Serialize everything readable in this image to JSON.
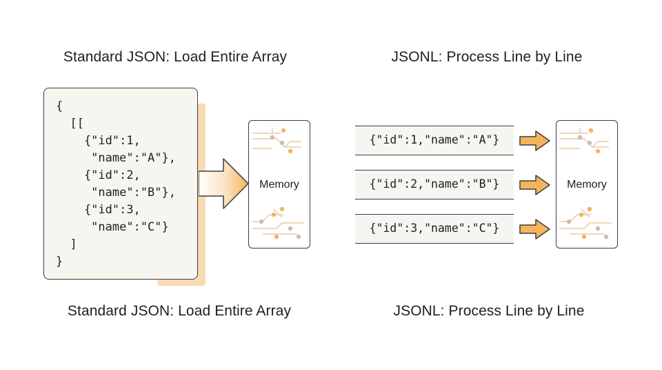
{
  "headings": {
    "standard_top": "Standard JSON: Load Entire Array",
    "jsonl_top": "JSONL: Process Line by Line",
    "standard_bottom": "Standard JSON: Load Entire Array",
    "jsonl_bottom": "JSONL: Process Line by Line"
  },
  "standard_json": {
    "code": "{\n  [[\n    {\"id\":1,\n     \"name\":\"A\"},\n    {\"id\":2,\n     \"name\":\"B\"},\n    {\"id\":3,\n     \"name\":\"C\"}\n  ]\n}"
  },
  "memory": {
    "left_label": "Memory",
    "right_label": "Memory"
  },
  "jsonl": {
    "records": [
      "{\"id\":1,\"name\":\"A\"}",
      "{\"id\":2,\"name\":\"B\"}",
      "{\"id\":3,\"name\":\"C\"}"
    ]
  },
  "colors": {
    "accent_orange": "#f5b45c",
    "accent_light": "#f7dcb3",
    "circuit_gray": "#c9bcb3",
    "outline": "#3b3b3b"
  },
  "icons": {
    "arrow": "right-arrow-icon",
    "circuit": "circuit-trace-icon"
  }
}
